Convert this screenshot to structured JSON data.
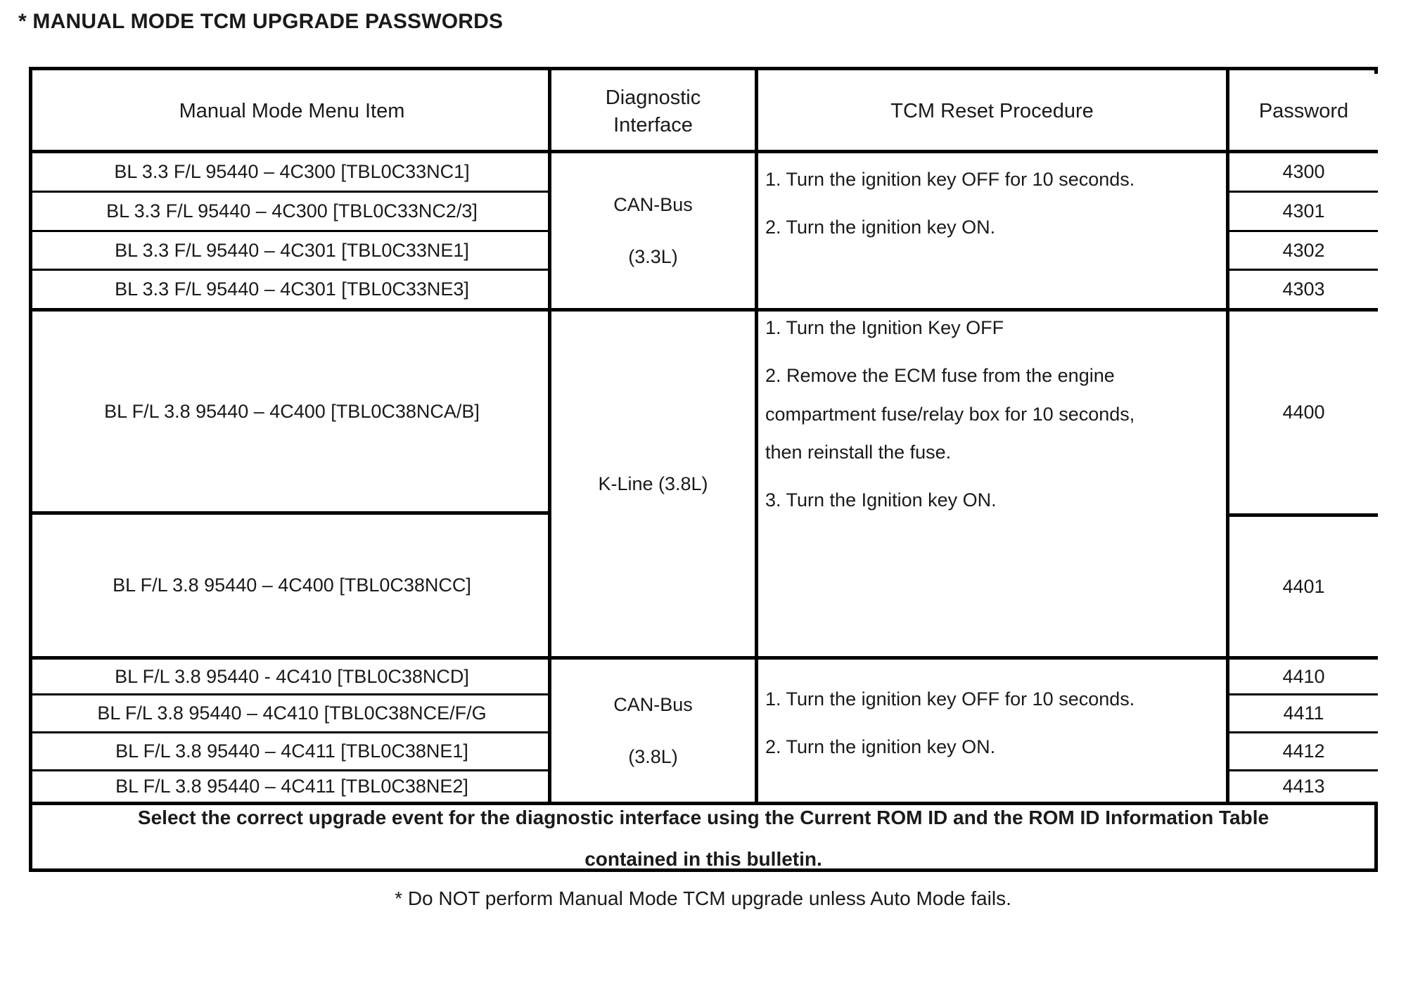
{
  "title": "* MANUAL MODE TCM UPGRADE PASSWORDS",
  "table": {
    "headers": {
      "menu_item": "Manual Mode Menu Item",
      "interface_line1": "Diagnostic",
      "interface_line2": "Interface",
      "procedure": "TCM Reset Procedure",
      "password": "Password"
    },
    "groups": [
      {
        "id": "group-can-bus-33",
        "interface_line1": "CAN-Bus",
        "interface_line2": "(3.3L)",
        "procedure": {
          "step1": "1. Turn the ignition key OFF for 10 seconds.",
          "step2": "2. Turn the ignition key ON."
        },
        "rows": [
          {
            "menu_item": "BL 3.3 F/L 95440 – 4C300 [TBL0C33NC1]",
            "password": "4300"
          },
          {
            "menu_item": "BL 3.3 F/L 95440 – 4C300 [TBL0C33NC2/3]",
            "password": "4301"
          },
          {
            "menu_item": "BL 3.3 F/L 95440 – 4C301 [TBL0C33NE1]",
            "password": "4302"
          },
          {
            "menu_item": "BL 3.3 F/L 95440 – 4C301 [TBL0C33NE3]",
            "password": "4303"
          }
        ]
      },
      {
        "id": "group-k-line-38",
        "interface_line1": "K-Line (3.8L)",
        "interface_line2": "",
        "procedure": {
          "step1": "1. Turn the Ignition Key OFF",
          "step2": "2. Remove the ECM fuse from the engine",
          "step2_line2": "compartment fuse/relay box for 10 seconds,",
          "step2_line3": "then reinstall the fuse.",
          "step3": "3. Turn the Ignition key ON."
        },
        "rows": [
          {
            "menu_item": "BL F/L 3.8 95440 – 4C400 [TBL0C38NCA/B]",
            "password": "4400"
          },
          {
            "menu_item": "BL F/L 3.8 95440 – 4C400 [TBL0C38NCC]",
            "password": "4401"
          }
        ]
      },
      {
        "id": "group-can-bus-38",
        "interface_line1": "CAN-Bus",
        "interface_line2": "(3.8L)",
        "procedure": {
          "step1": "1. Turn the ignition key OFF for 10 seconds.",
          "step2": "2. Turn the ignition key ON."
        },
        "rows": [
          {
            "menu_item": "BL F/L 3.8 95440 - 4C410 [TBL0C38NCD]",
            "password": "4410"
          },
          {
            "menu_item": "BL F/L 3.8 95440 – 4C410 [TBL0C38NCE/F/G",
            "password": "4411"
          },
          {
            "menu_item": "BL F/L 3.8 95440 – 4C411 [TBL0C38NE1]",
            "password": "4412"
          },
          {
            "menu_item": "BL F/L 3.8 95440 – 4C411 [TBL0C38NE2]",
            "password": "4413"
          }
        ]
      }
    ],
    "note_line1": "Select the correct upgrade event for the diagnostic interface using the Current ROM ID and the ROM ID Information Table",
    "note_line2": "contained in this bulletin."
  },
  "footnote": "* Do NOT perform Manual Mode TCM upgrade unless Auto Mode fails.",
  "colors": {
    "border": "#000000",
    "text": "#1a1a1a",
    "background": "#ffffff"
  }
}
